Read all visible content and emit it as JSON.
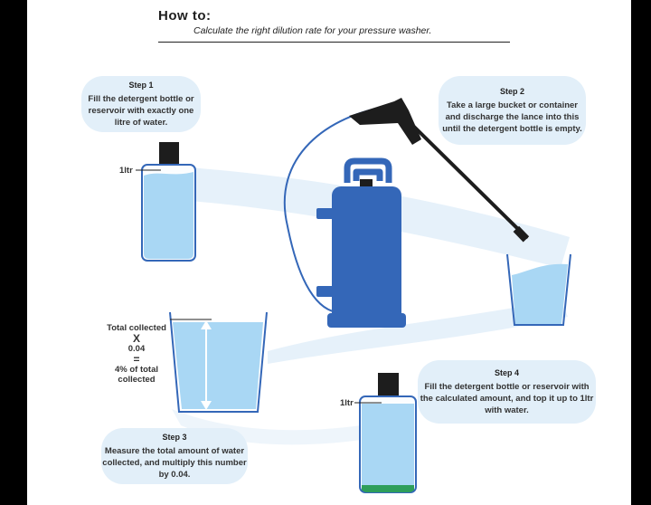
{
  "header": {
    "title": "How to:",
    "subtitle": "Calculate the right dilution rate for your pressure washer."
  },
  "steps": [
    {
      "label": "Step 1",
      "text": "Fill the detergent bottle or reservoir with exactly one litre of water."
    },
    {
      "label": "Step 2",
      "text": "Take a large bucket or container and discharge the lance into this until the detergent bottle is empty."
    },
    {
      "label": "Step 3",
      "text": "Measure the total amount of water collected, and multiply this number by 0.04."
    },
    {
      "label": "Step 4",
      "text": "Fill the detergent bottle or reservoir with the calculated amount, and top it up to 1ltr with water."
    }
  ],
  "fill_marks": {
    "step1": "1ltr",
    "step4": "1ltr"
  },
  "formula": {
    "line1": "Total collected",
    "op1": "X",
    "factor": "0.04",
    "op2": "=",
    "result": "4% of total collected"
  },
  "colors": {
    "water": "#a9d7f4",
    "water_light": "#d6ebf9",
    "washer": "#3467b8",
    "bubble": "#e2eff9",
    "detergent": "#2e9e5a"
  }
}
